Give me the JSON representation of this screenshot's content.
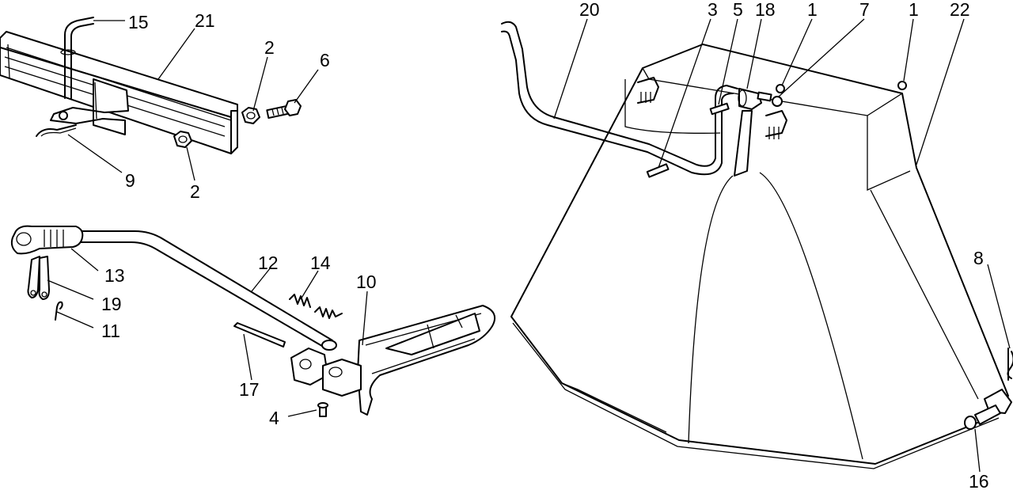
{
  "callouts": [
    {
      "id": "c15a",
      "text": "15"
    },
    {
      "id": "c21",
      "text": "21"
    },
    {
      "id": "c2a",
      "text": "2"
    },
    {
      "id": "c6",
      "text": "6"
    },
    {
      "id": "c9",
      "text": "9"
    },
    {
      "id": "c2b",
      "text": "2"
    },
    {
      "id": "c20",
      "text": "20"
    },
    {
      "id": "c3",
      "text": "3"
    },
    {
      "id": "c5",
      "text": "5"
    },
    {
      "id": "c18",
      "text": "18"
    },
    {
      "id": "c1a",
      "text": "1"
    },
    {
      "id": "c7",
      "text": "7"
    },
    {
      "id": "c1b",
      "text": "1"
    },
    {
      "id": "c22",
      "text": "22"
    },
    {
      "id": "c13",
      "text": "13"
    },
    {
      "id": "c19",
      "text": "19"
    },
    {
      "id": "c11",
      "text": "11"
    },
    {
      "id": "c12",
      "text": "12"
    },
    {
      "id": "c14",
      "text": "14"
    },
    {
      "id": "c10",
      "text": "10"
    },
    {
      "id": "c17",
      "text": "17"
    },
    {
      "id": "c4",
      "text": "4"
    },
    {
      "id": "c8",
      "text": "8"
    },
    {
      "id": "c16",
      "text": "16"
    }
  ]
}
